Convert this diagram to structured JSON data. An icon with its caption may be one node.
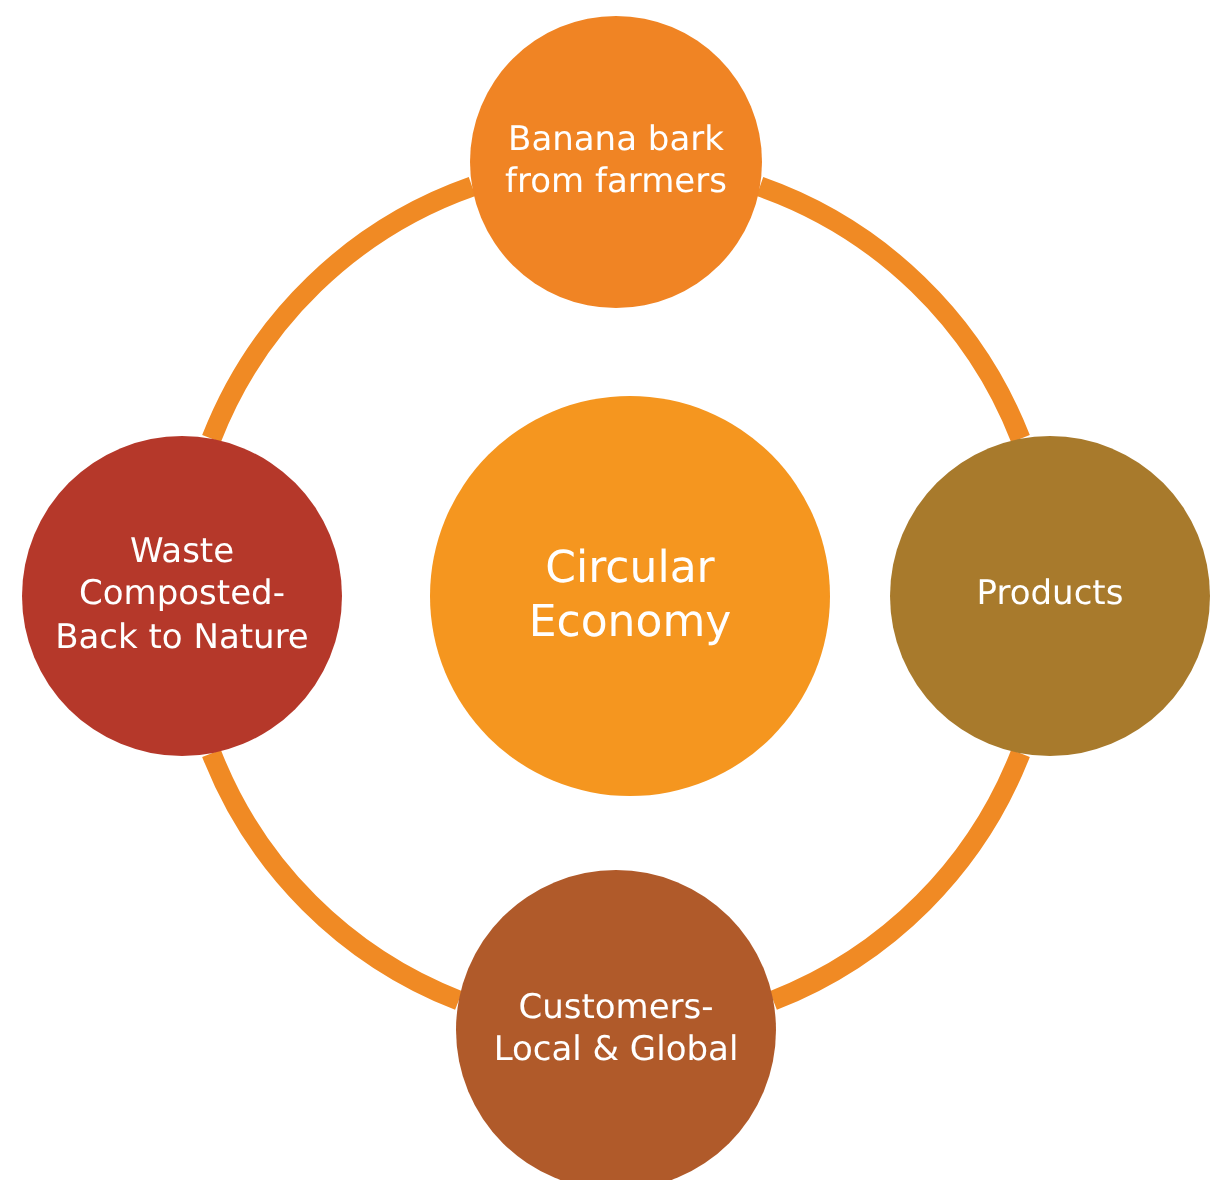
{
  "diagram": {
    "nodes": [
      {
        "text": [
          "Banana bark from farmers"
        ]
      },
      {
        "text": [
          "Products"
        ]
      },
      {
        "text": [
          "Customers- Local & Global"
        ]
      },
      {
        "text": [
          "Waste Composted- Back to Nature"
        ]
      },
      {
        "text": [
          "Circular Economy"
        ]
      }
    ],
    "edges": [
      {
        "from": 0,
        "to": 1,
        "arrow": "none"
      },
      {
        "from": 1,
        "to": 2,
        "arrow": "none"
      },
      {
        "from": 2,
        "to": 3,
        "arrow": "none"
      },
      {
        "from": 3,
        "to": 0,
        "arrow": "none"
      }
    ]
  }
}
